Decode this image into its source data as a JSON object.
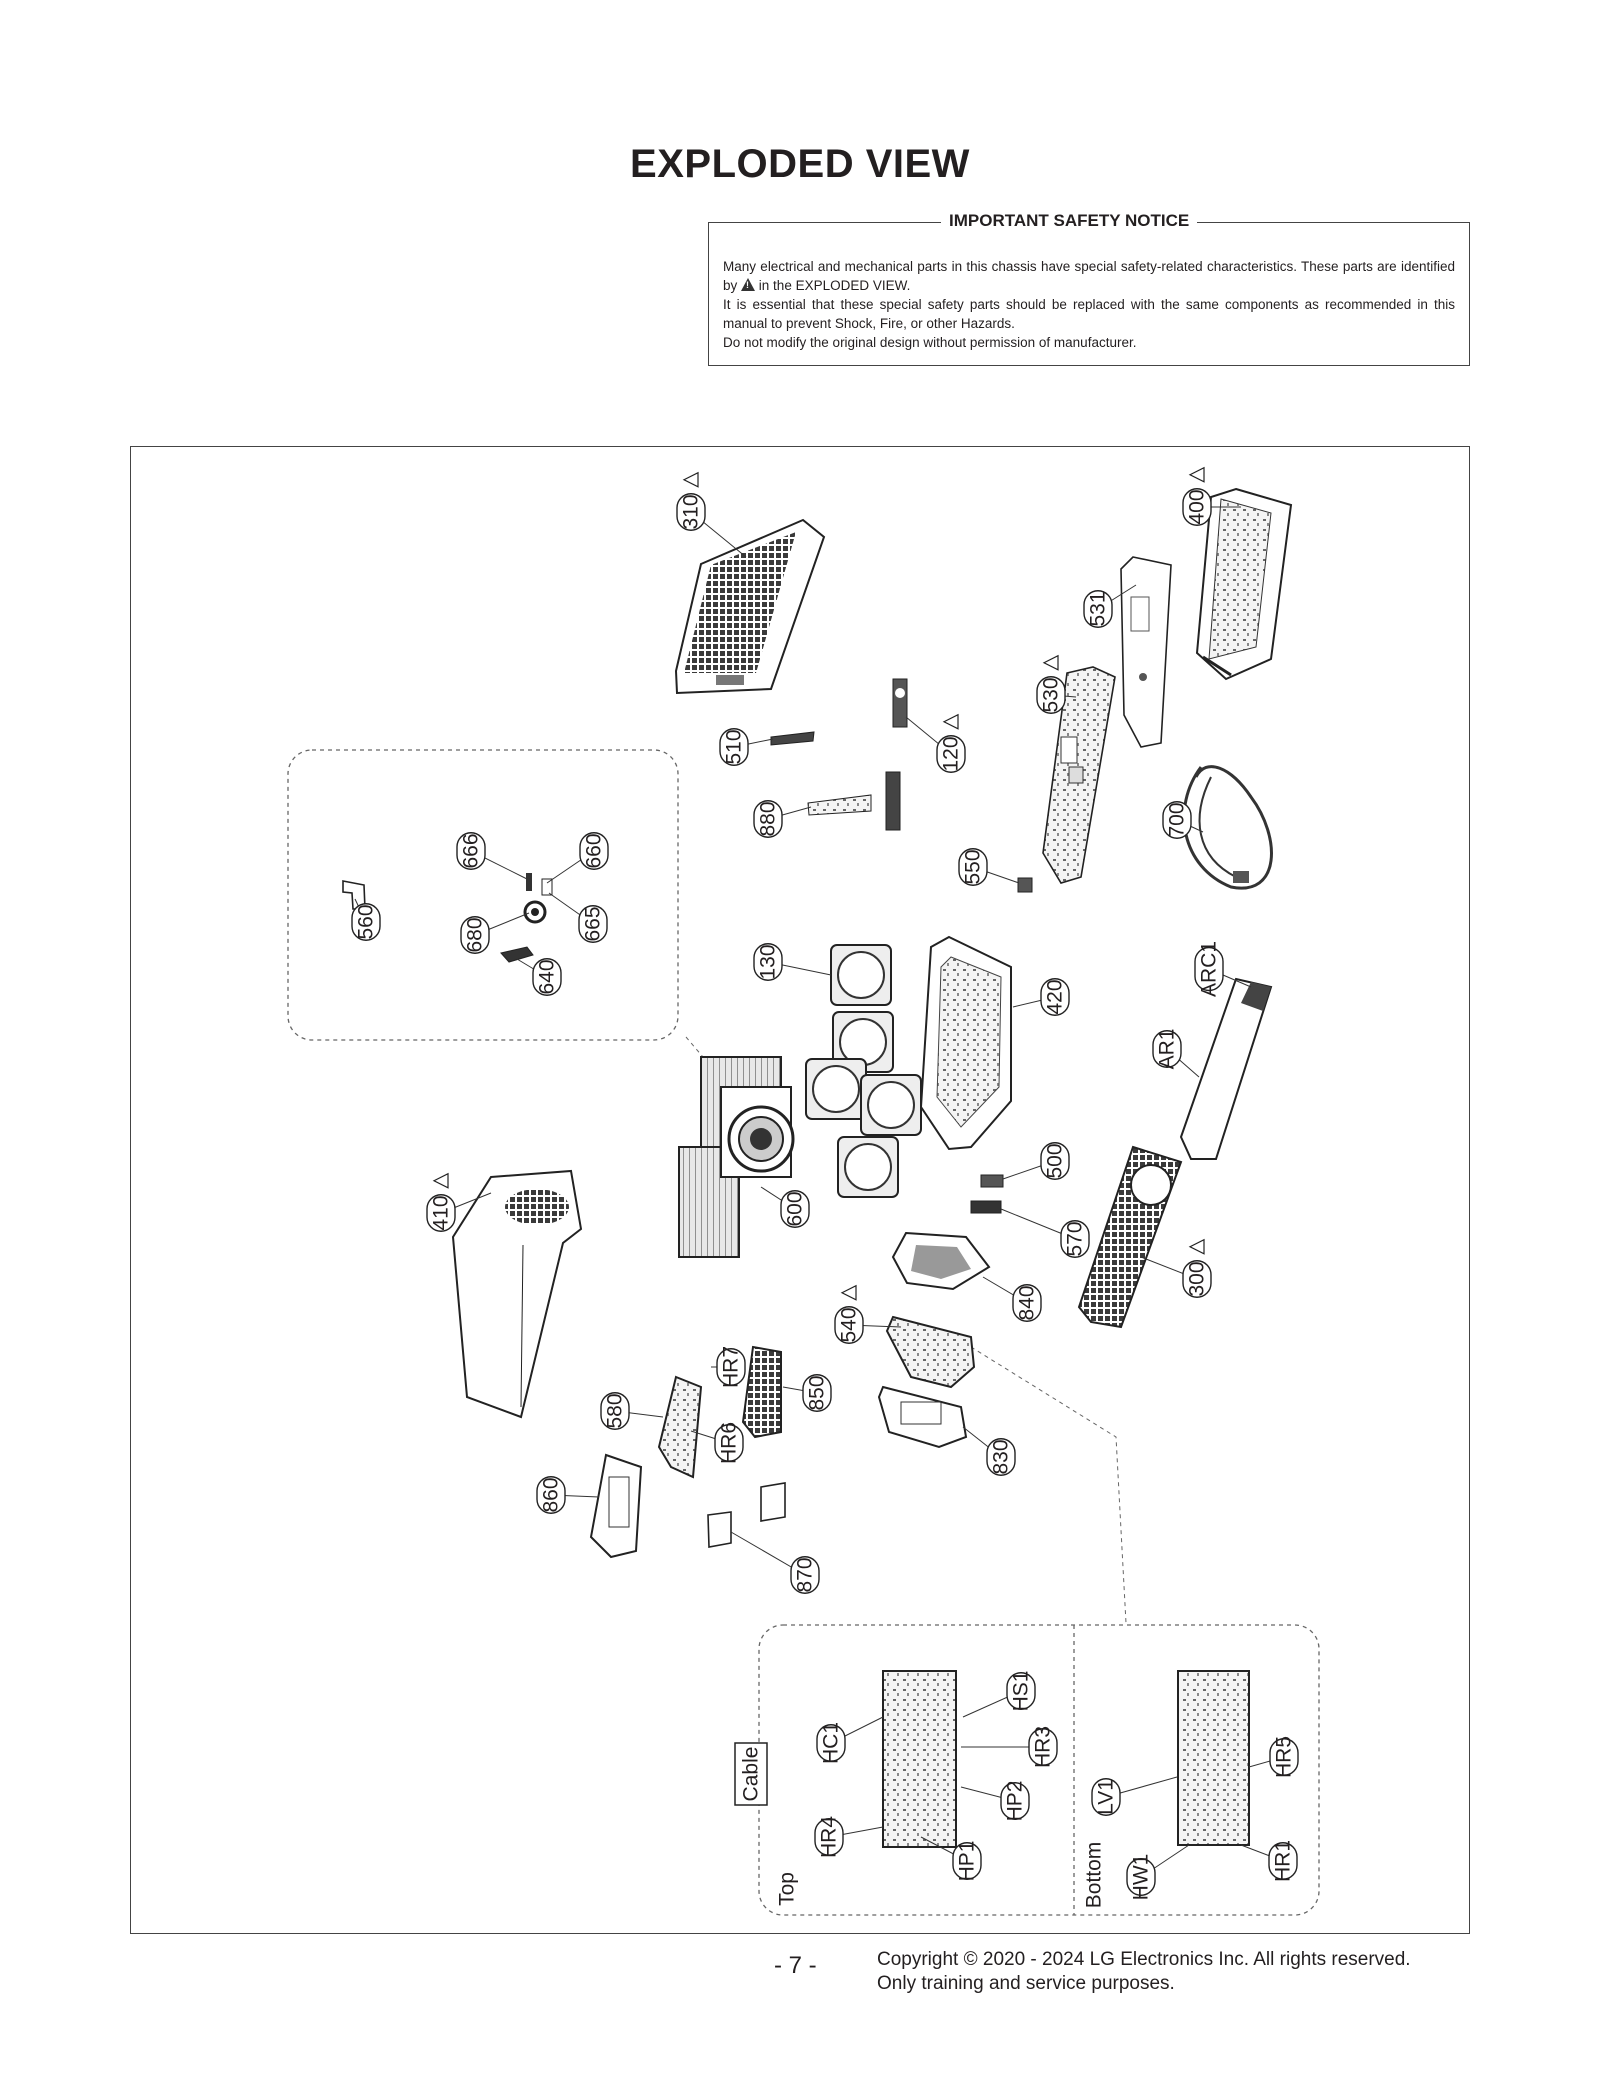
{
  "page": {
    "title": "EXPLODED VIEW",
    "page_number": "- 7 -",
    "copyright_line1": "Copyright © 2020 - 2024 LG Electronics Inc. All rights reserved.",
    "copyright_line2": "Only training and service purposes."
  },
  "notice": {
    "title": "IMPORTANT SAFETY NOTICE",
    "line1": "Many electrical and mechanical parts in this chassis have special safety-related characteristics. These parts are identified by",
    "line1_end": "in the EXPLODED VIEW.",
    "line2": "It is essential that these special safety parts should be replaced with the same components as recommended in this manual to prevent Shock, Fire, or other Hazards.",
    "line3": "Do not modify the original design without permission of manufacturer."
  },
  "callouts": [
    "310",
    "400",
    "531",
    "530",
    "510",
    "120",
    "880",
    "700",
    "550",
    "666",
    "660",
    "560",
    "680",
    "665",
    "640",
    "130",
    "420",
    "ARC1",
    "AR1",
    "410",
    "600",
    "500",
    "570",
    "300",
    "840",
    "540",
    "HR7",
    "850",
    "580",
    "HR6",
    "830",
    "860",
    "870",
    "HS1",
    "HC1",
    "HR3",
    "HP2",
    "HR4",
    "HP1",
    "LV1",
    "HR5",
    "HW1",
    "HR1"
  ],
  "sections": {
    "cable": "Cable",
    "top": "Top",
    "bottom": "Bottom"
  }
}
